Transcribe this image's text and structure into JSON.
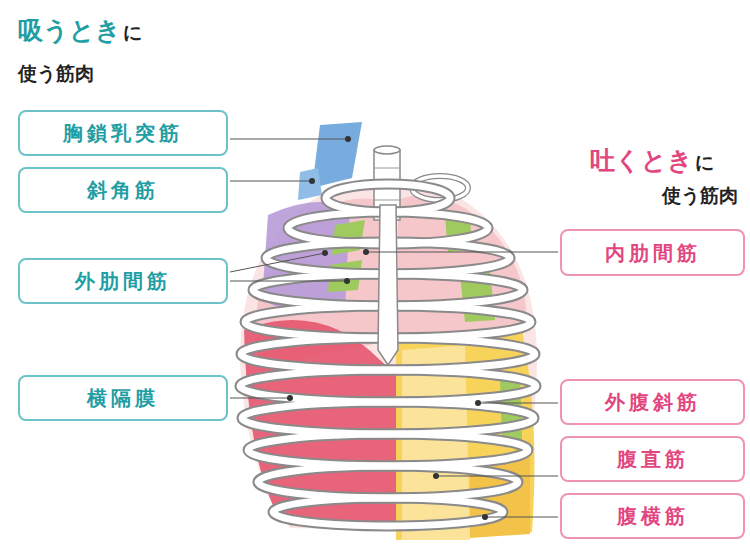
{
  "diagram": {
    "nodes": [
      {
        "text": [
          "胸鎖乳突筋"
        ]
      },
      {
        "text": [
          "斜角筋"
        ]
      },
      {
        "text": [
          "外肋間筋"
        ]
      },
      {
        "text": [
          "横隔膜"
        ]
      },
      {
        "text": [
          "内肋間筋"
        ]
      },
      {
        "text": [
          "外腹斜筋"
        ]
      },
      {
        "text": [
          "腹直筋"
        ]
      },
      {
        "text": [
          "腹横筋"
        ]
      }
    ],
    "labels": [
      "吸うとき",
      "に",
      "使う筋肉",
      "吐くとき",
      "に",
      "使う筋肉"
    ]
  }
}
